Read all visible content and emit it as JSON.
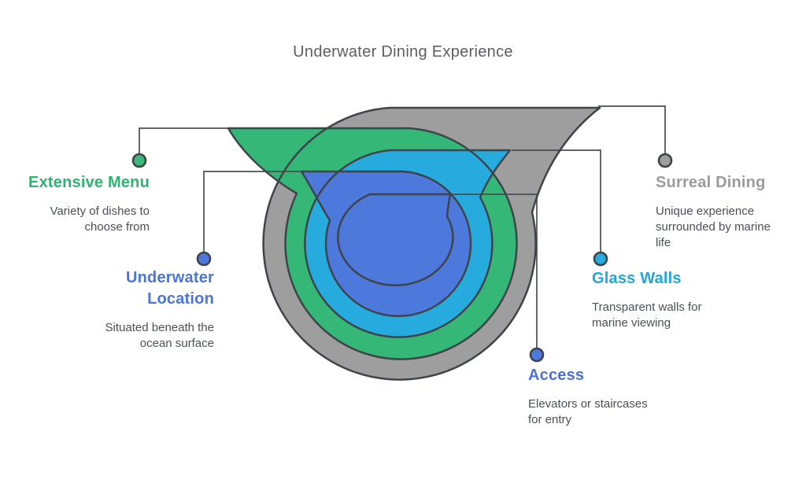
{
  "title": "Underwater Dining Experience",
  "colors": {
    "background": "#ffffff",
    "outline": "#3f444a",
    "connector": "#4a4f54",
    "title_text": "#5b5f63",
    "description_text": "#4a5056"
  },
  "layers": {
    "gray": "#9e9e9e",
    "green": "#35b877",
    "cyan": "#27aadd",
    "blue": "#4d79dc"
  },
  "items": [
    {
      "id": "extensive-menu",
      "label": "Extensive Menu",
      "description": "Variety of dishes to\nchoose from",
      "color": "#2db470",
      "dot_color": "#3cb878"
    },
    {
      "id": "underwater-location",
      "label": "Underwater Location",
      "description": "Situated beneath the\nocean surface",
      "color": "#4b74dd",
      "dot_color": "#4d79dc"
    },
    {
      "id": "surreal-dining",
      "label": "Surreal Dining",
      "description": "Unique experience\nsurrounded by marine\nlife",
      "color": "#9b9b9b",
      "dot_color": "#9e9e9e"
    },
    {
      "id": "glass-walls",
      "label": "Glass Walls",
      "description": "Transparent walls for\nmarine viewing",
      "color": "#21a7d8",
      "dot_color": "#27aadd"
    },
    {
      "id": "access",
      "label": "Access",
      "description": "Elevators or staircases\nfor entry",
      "color": "#4b6fe0",
      "dot_color": "#4d79dc"
    }
  ]
}
